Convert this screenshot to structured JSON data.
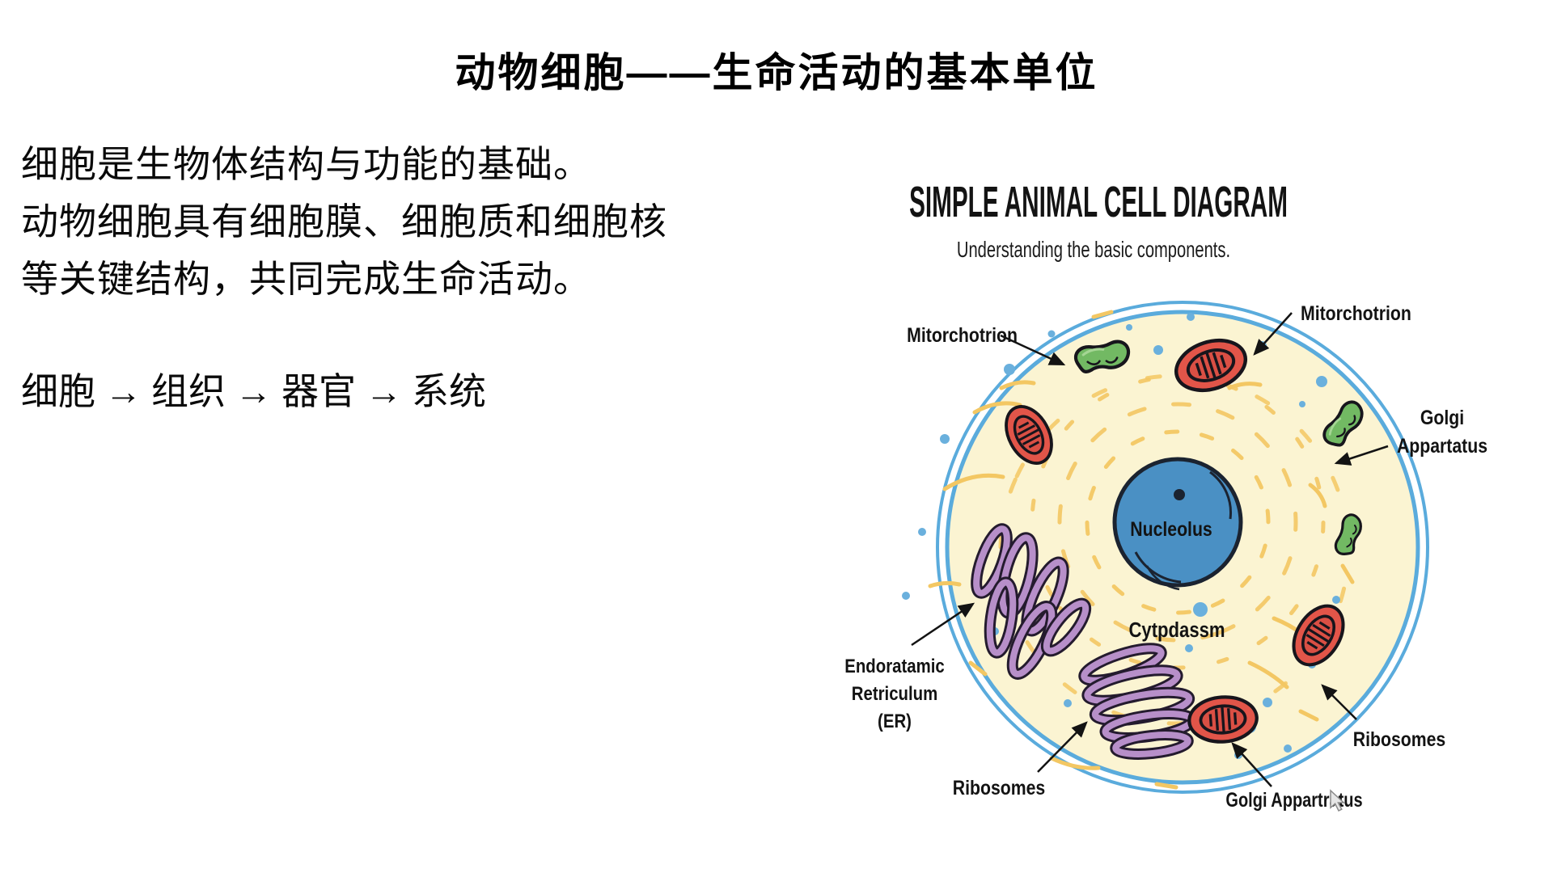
{
  "header": {
    "title": "动物细胞——生命活动的基本单位"
  },
  "intro": {
    "lines": [
      "细胞是生物体结构与功能的基础。",
      "动物细胞具有细胞膜、细胞质和细胞核",
      "等关键结构，共同完成生命活动。"
    ],
    "hierarchy": "细胞 → 组织 → 器官 → 系统"
  },
  "diagram": {
    "title": "SIMPLE ANIMAL CELL DIAGRAM",
    "subtitle": "Understanding the basic components.",
    "labels": {
      "mitochondrion_left": "Mitorchotrion",
      "mitochondrion_right": "Mitorchotrion",
      "golgi_right": [
        "Golgi",
        "Appartatus"
      ],
      "nucleolus": "Nucleolus",
      "cytoplasm": "Cytpdassm",
      "er": [
        "Endoratamic",
        "Retriculum",
        "(ER)"
      ],
      "ribosomes_bottom_left": "Ribosomes",
      "golgi_bottom": "Golgi Appartratus",
      "ribosomes_right": "Ribosomes"
    },
    "colors": {
      "membrane_blue": "#5aabdc",
      "cytoplasm_fill": "#fbf4d2",
      "nucleus_fill": "#4a90c4",
      "mitochondrion_red": "#e25549",
      "organelle_green": "#72b963",
      "er_purple": "#b78fc9",
      "squiggle_yellow": "#f3c763",
      "dot_blue": "#6ab0dd",
      "outline_dark": "#17151c",
      "label_text": "#131313"
    }
  }
}
